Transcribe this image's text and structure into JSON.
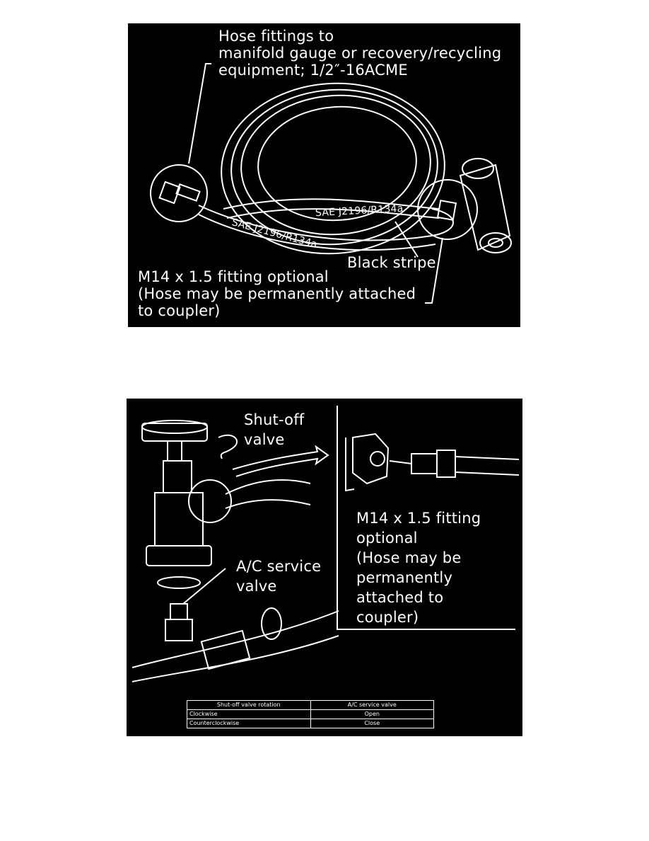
{
  "figure1": {
    "callout_top": "Hose fittings to\nmanifold gauge or recovery/recycling\nequipment; 1/2″-16ACME",
    "hose_label_upper": "SAE J2196/R134a",
    "hose_label_lower": "SAE J2196/R134a",
    "black_stripe": "Black stripe",
    "callout_bottom": "M14 x 1.5 fitting optional\n(Hose may be permanently attached\nto coupler)"
  },
  "figure2": {
    "shutoff_label": "Shut-off\nvalve",
    "service_label": "A/C service\nvalve",
    "fitting_note": "M14 x 1.5 fitting\noptional\n(Hose may be\npermanently\nattached to\ncoupler)",
    "table": {
      "headers": [
        "Shut-off valve rotation",
        "A/C service valve"
      ],
      "rows": [
        [
          "Clockwise",
          "Open"
        ],
        [
          "Counterclockwise",
          "Close"
        ]
      ]
    }
  }
}
